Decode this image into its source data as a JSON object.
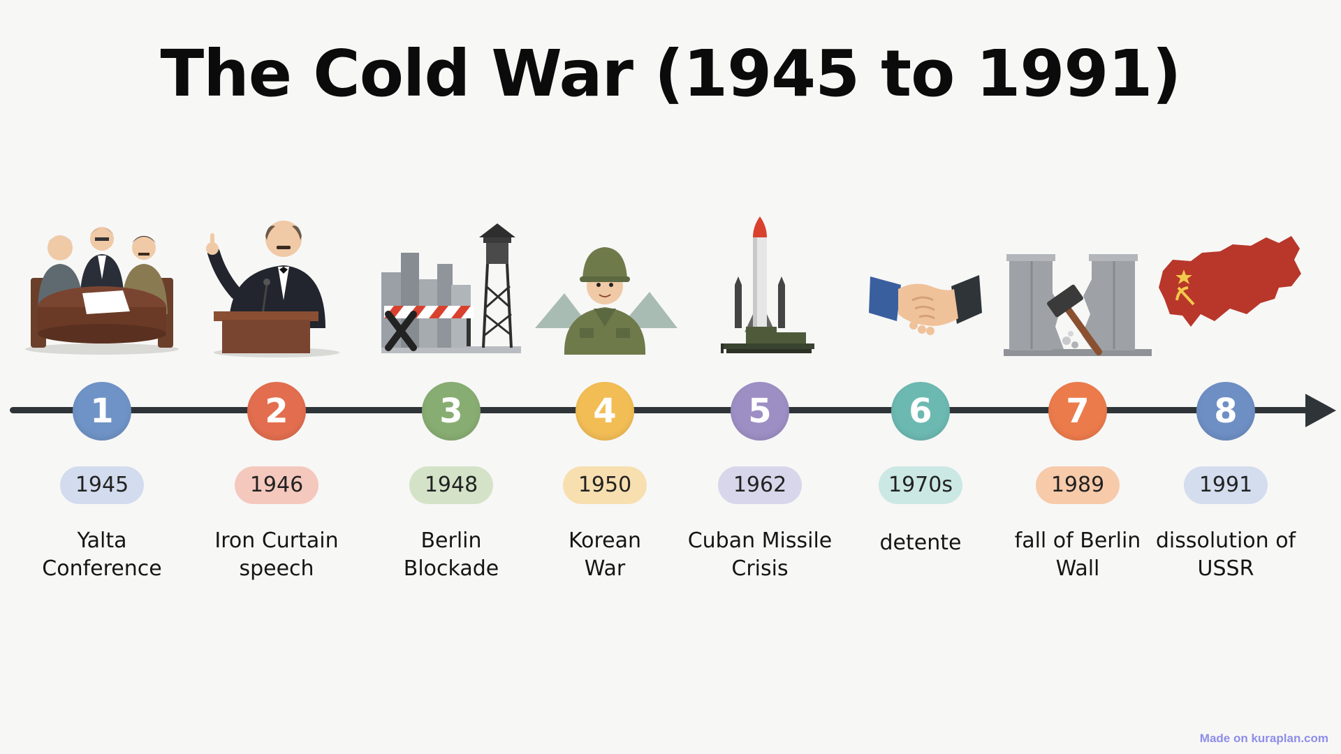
{
  "title": "The Cold War (1945 to 1991)",
  "events": [
    {
      "number": "1",
      "year": "1945",
      "label_lines": [
        "Yalta",
        "Conference"
      ],
      "icon": "yalta-conference-icon",
      "circle_color": "#6f93c6",
      "pill_color": "#d3dcee"
    },
    {
      "number": "2",
      "year": "1946",
      "label_lines": [
        "Iron Curtain",
        "speech"
      ],
      "icon": "speaker-podium-icon",
      "circle_color": "#e26e4f",
      "pill_color": "#f5c8bd"
    },
    {
      "number": "3",
      "year": "1948",
      "label_lines": [
        "Berlin",
        "Blockade"
      ],
      "icon": "blockade-barrier-icon",
      "circle_color": "#88ad72",
      "pill_color": "#d4e3c8"
    },
    {
      "number": "4",
      "year": "1950",
      "label_lines": [
        "Korean",
        "War"
      ],
      "icon": "soldier-icon",
      "circle_color": "#f2bd55",
      "pill_color": "#f8dfb0"
    },
    {
      "number": "5",
      "year": "1962",
      "label_lines": [
        "Cuban Missile",
        "Crisis"
      ],
      "icon": "missile-icon",
      "circle_color": "#9d8fc4",
      "pill_color": "#d8d6ea"
    },
    {
      "number": "6",
      "year": "1970s",
      "label_lines": [
        "detente",
        ""
      ],
      "icon": "handshake-icon",
      "circle_color": "#6cb9b1",
      "pill_color": "#cbe8e4"
    },
    {
      "number": "7",
      "year": "1989",
      "label_lines": [
        "fall of Berlin",
        "Wall"
      ],
      "icon": "broken-wall-hammer-icon",
      "circle_color": "#ec7b4c",
      "pill_color": "#f7caaa"
    },
    {
      "number": "8",
      "year": "1991",
      "label_lines": [
        "dissolution of",
        "USSR"
      ],
      "icon": "ussr-map-icon",
      "circle_color": "#6e8fc4",
      "pill_color": "#d4ddee"
    }
  ],
  "footer": "Made on kuraplan.com"
}
